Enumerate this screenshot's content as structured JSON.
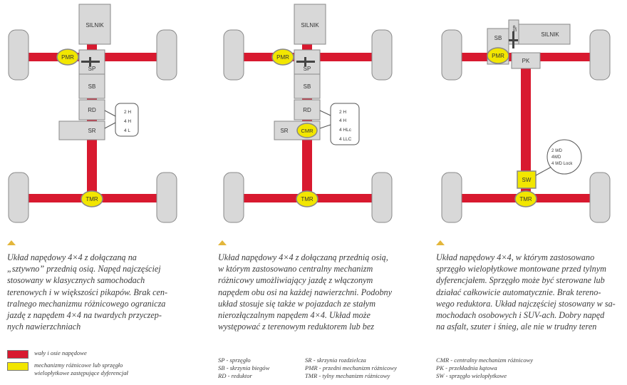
{
  "colors": {
    "shaft": "#d8192f",
    "diff": "#f2e600",
    "box": "#d8d8d8",
    "wheel": "#d8d8d8",
    "accent": "#e3b63b"
  },
  "diagram1": {
    "engine": "SILNIK",
    "pmr": "PMR",
    "sp": "SP",
    "sb": "SB",
    "rd": "RD",
    "sr": "SR",
    "tmr": "TMR",
    "modes": [
      "2 H",
      "4 H",
      "4 L"
    ]
  },
  "diagram2": {
    "engine": "SILNIK",
    "pmr": "PMR",
    "sp": "SP",
    "sb": "SB",
    "rd": "RD",
    "sr": "SR",
    "cmr": "CMR",
    "tmr": "TMR",
    "modes": [
      "2 H",
      "4 H",
      "4 HLc",
      "4 LLC"
    ]
  },
  "diagram3": {
    "sb": "SB",
    "sp": "SP",
    "engine": "SILNIK",
    "pmr": "PMR",
    "pk": "PK",
    "sw": "SW",
    "tmr": "TMR",
    "modes": [
      "2 WD",
      "4WD",
      "4 WD Lock"
    ]
  },
  "captions": {
    "c1": "Układ napędowy 4×4 z dołączaną na\n„sztywno” przednią osią. Napęd najczęściej\nstosowany w klasycznych samochodach\nterenowych i w większości pikapów. Brak cen-\ntralnego mechanizmu różnicowego ogranicza\njazdę z napędem 4×4 na twardych przyczep-\nnych nawierzchniach",
    "c2": "Układ napędowy 4×4 z dołączaną przednią osią,\nw którym zastosowano centralny mechanizm\nróżnicowy umożliwiający jazdę z włączonym\nnapędem obu osi na każdej nawierzchni. Podobny\nukład stosuje się także w pojazdach ze stałym\nnierozłączalnym napędem 4×4. Układ może\nwystępować z terenowym reduktorem lub bez",
    "c3": "Układ napędowy 4×4, w którym zastosowano\nsprzęgło wielopłytkowe montowane przed tylnym\ndyferencjałem. Sprzęgło może być sterowane lub\ndziałać całkowicie automatycznie. Brak tereno-\nwego reduktora. Układ najczęściej stosowany w sa-\nmochodach osobowych i SUV-ach. Dobry napęd\nna asfalt, szuter i śnieg, ale nie w trudny teren"
  },
  "legend": {
    "shafts": "wały i osie napędowe",
    "diffs": "mechanizmy różnicowe lub sprzęgło\nwielopłytkowe zastępujące dyferencjał",
    "col1": "SP - sprzęgło\nSB - skrzynia biegów\nRD - reduktor",
    "col2": "SR - skrzynia rozdzielcza\nPMR - przedni mechanizm różnicowy\nTMR - tylny mechanizm różnicowy",
    "col3": "CMR - centralny mechanizm różnicowy\nPK - przekładnia kątowa\nSW - sprzęgło wielopłytkowe"
  }
}
